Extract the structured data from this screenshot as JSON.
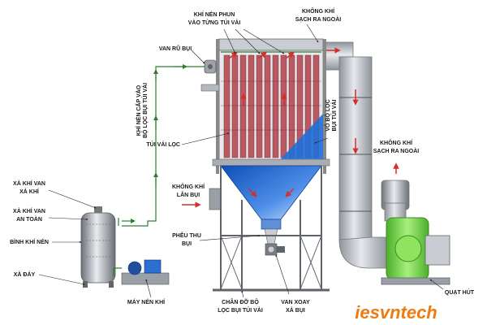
{
  "labels": {
    "compressed_air_jet": [
      "KHÍ NÉN PHUN",
      "VÀO TỪNG TÚI VẢI"
    ],
    "clean_air_out_top": [
      "KHÔNG KHÍ",
      "SẠCH RA NGOÀI"
    ],
    "dust_shake_valve": "VAN RŨ BỤI",
    "air_supply_pipe": [
      "KHÍ NÉN CẤP VÀO",
      "BỘ LỌC BỤI TÚI VẢI"
    ],
    "filter_bag": "TÚI VẢI LỌC",
    "filter_housing": [
      "VỎ BỘ LỌC",
      "BỤI TÚI VẢI"
    ],
    "clean_air_out_right": [
      "KHÔNG KHÍ",
      "SẠCH RA NGOÀI"
    ],
    "dusty_air": [
      "KHÔNG KHÍ",
      "LẪN BỤI"
    ],
    "vent_valve": [
      "XẢ KHÍ VAN",
      "XẢ KHÍ"
    ],
    "safety_valve": [
      "XẢ KHÍ VAN",
      "AN TOÀN"
    ],
    "air_tank": "BÌNH KHÍ NÉN",
    "bottom_drain": "XẢ ĐÁY",
    "dust_hopper": [
      "PHỄU THU",
      "BỤI"
    ],
    "compressor": "MÁY NÉN KHÍ",
    "support_frame": [
      "CHÂN ĐỠ BỘ",
      "LỌC BỤI TÚI VẢI"
    ],
    "rotary_valve": [
      "VAN XOAY",
      "XẢ BỤI"
    ],
    "exhaust_fan": "QUẠT HÚT"
  },
  "brand": "iesvntech",
  "colors": {
    "pipe_green": "#2e7d32",
    "arrow_red": "#d32f2f",
    "bag_fill": "#b95a63",
    "housing_blue": "#1e6fd9",
    "duct_gray": "#b8bcc4",
    "fan_green": "#7cd957",
    "brand_orange": "#f07a12"
  }
}
